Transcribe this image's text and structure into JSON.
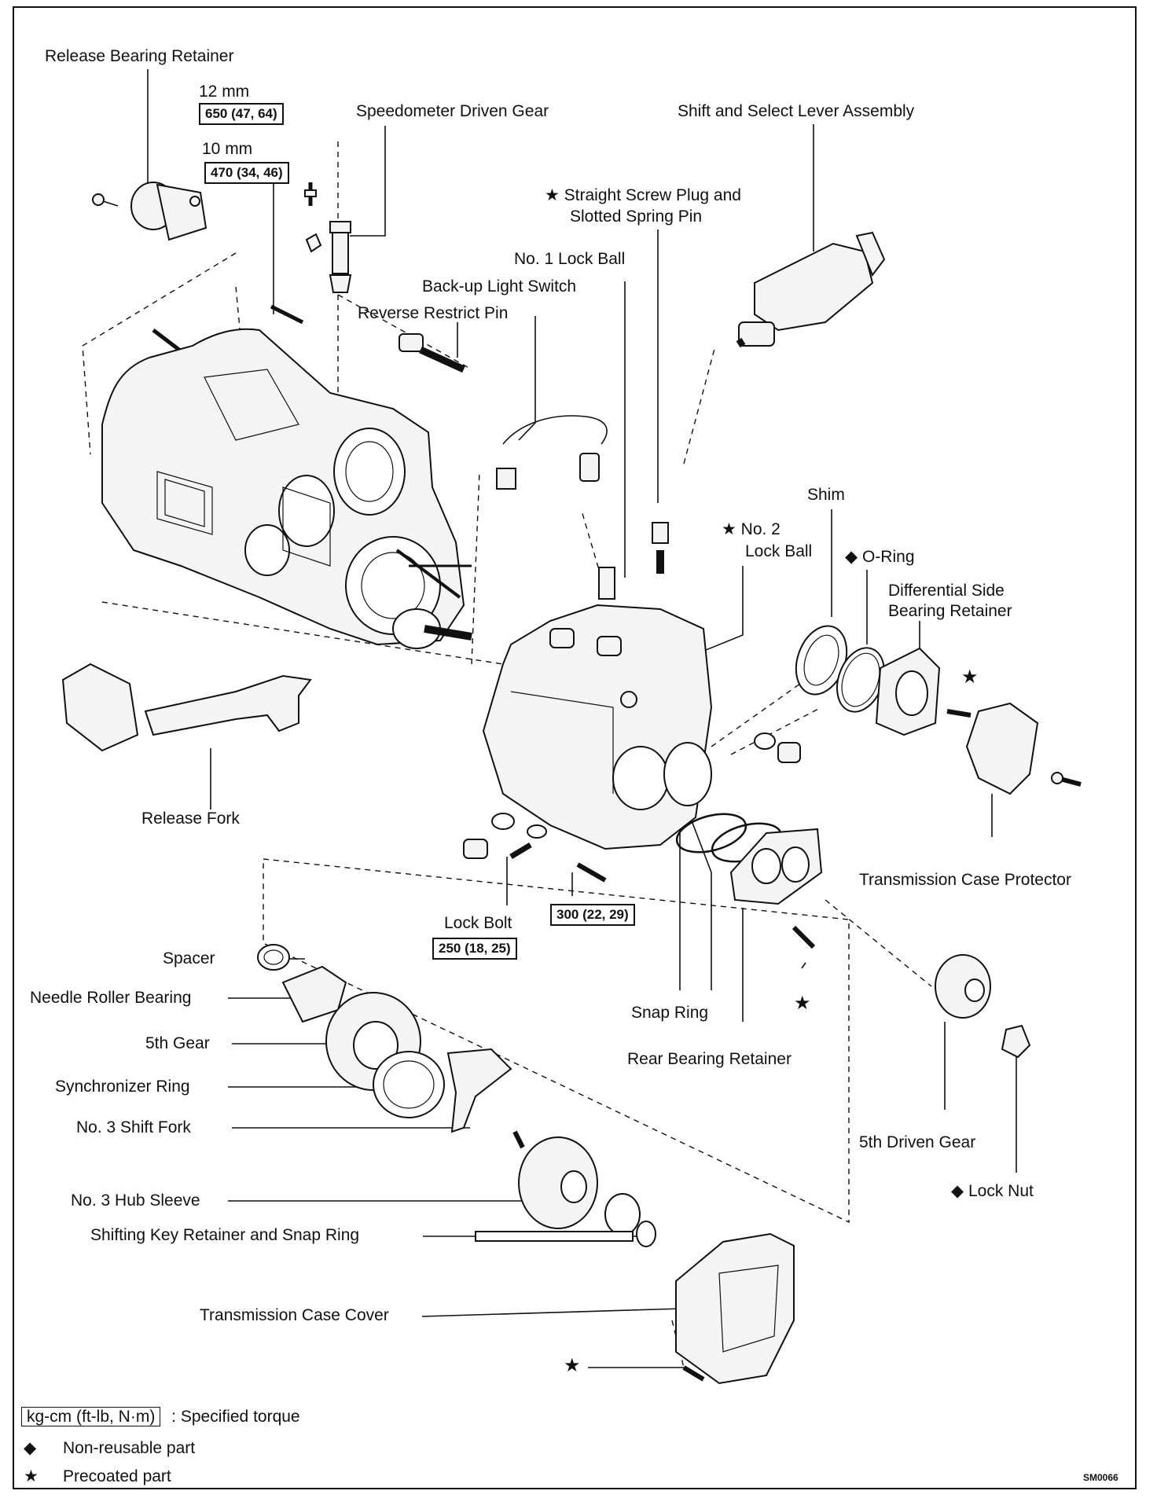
{
  "labels": {
    "release_bearing_retainer": "Release Bearing Retainer",
    "bolt_12mm": "12 mm",
    "bolt_10mm": "10 mm",
    "speedometer_driven_gear": "Speedometer Driven Gear",
    "shift_select_lever": "Shift and Select Lever Assembly",
    "screw_plug_line1": "★ Straight Screw Plug and",
    "screw_plug_line2": "Slotted Spring Pin",
    "lock_ball_1": "No. 1 Lock Ball",
    "backup_light_switch": "Back-up Light Switch",
    "reverse_restrict_pin": "Reverse Restrict Pin",
    "shim": "Shim",
    "lock_ball_2_line1": "★ No. 2",
    "lock_ball_2_line2": "Lock Ball",
    "o_ring": "◆ O-Ring",
    "diff_retainer_line1": "Differential Side",
    "diff_retainer_line2": "Bearing Retainer",
    "release_fork": "Release Fork",
    "case_protector": "Transmission Case Protector",
    "lock_bolt": "Lock Bolt",
    "spacer": "Spacer",
    "needle_roller_bearing": "Needle Roller Bearing",
    "fifth_gear": "5th Gear",
    "synchronizer_ring": "Synchronizer Ring",
    "shift_fork_3": "No. 3 Shift Fork",
    "hub_sleeve_3": "No. 3 Hub Sleeve",
    "shifting_key_retainer": "Shifting Key Retainer and Snap Ring",
    "case_cover": "Transmission Case Cover",
    "snap_ring": "Snap Ring",
    "rear_bearing_retainer": "Rear Bearing Retainer",
    "fifth_driven_gear": "5th Driven Gear",
    "lock_nut": "◆ Lock Nut",
    "star": "★"
  },
  "torques": {
    "t650": "650 (47, 64)",
    "t470": "470 (34, 46)",
    "t300": "300 (22, 29)",
    "t250": "250 (18, 25)"
  },
  "legend": {
    "torque_box": "kg-cm (ft-lb, N·m)",
    "torque_desc": ":  Specified torque",
    "diamond": "◆",
    "diamond_desc": "Non-reusable part",
    "star": "★",
    "star_desc": "Precoated part"
  },
  "figure_code": "SM0066"
}
